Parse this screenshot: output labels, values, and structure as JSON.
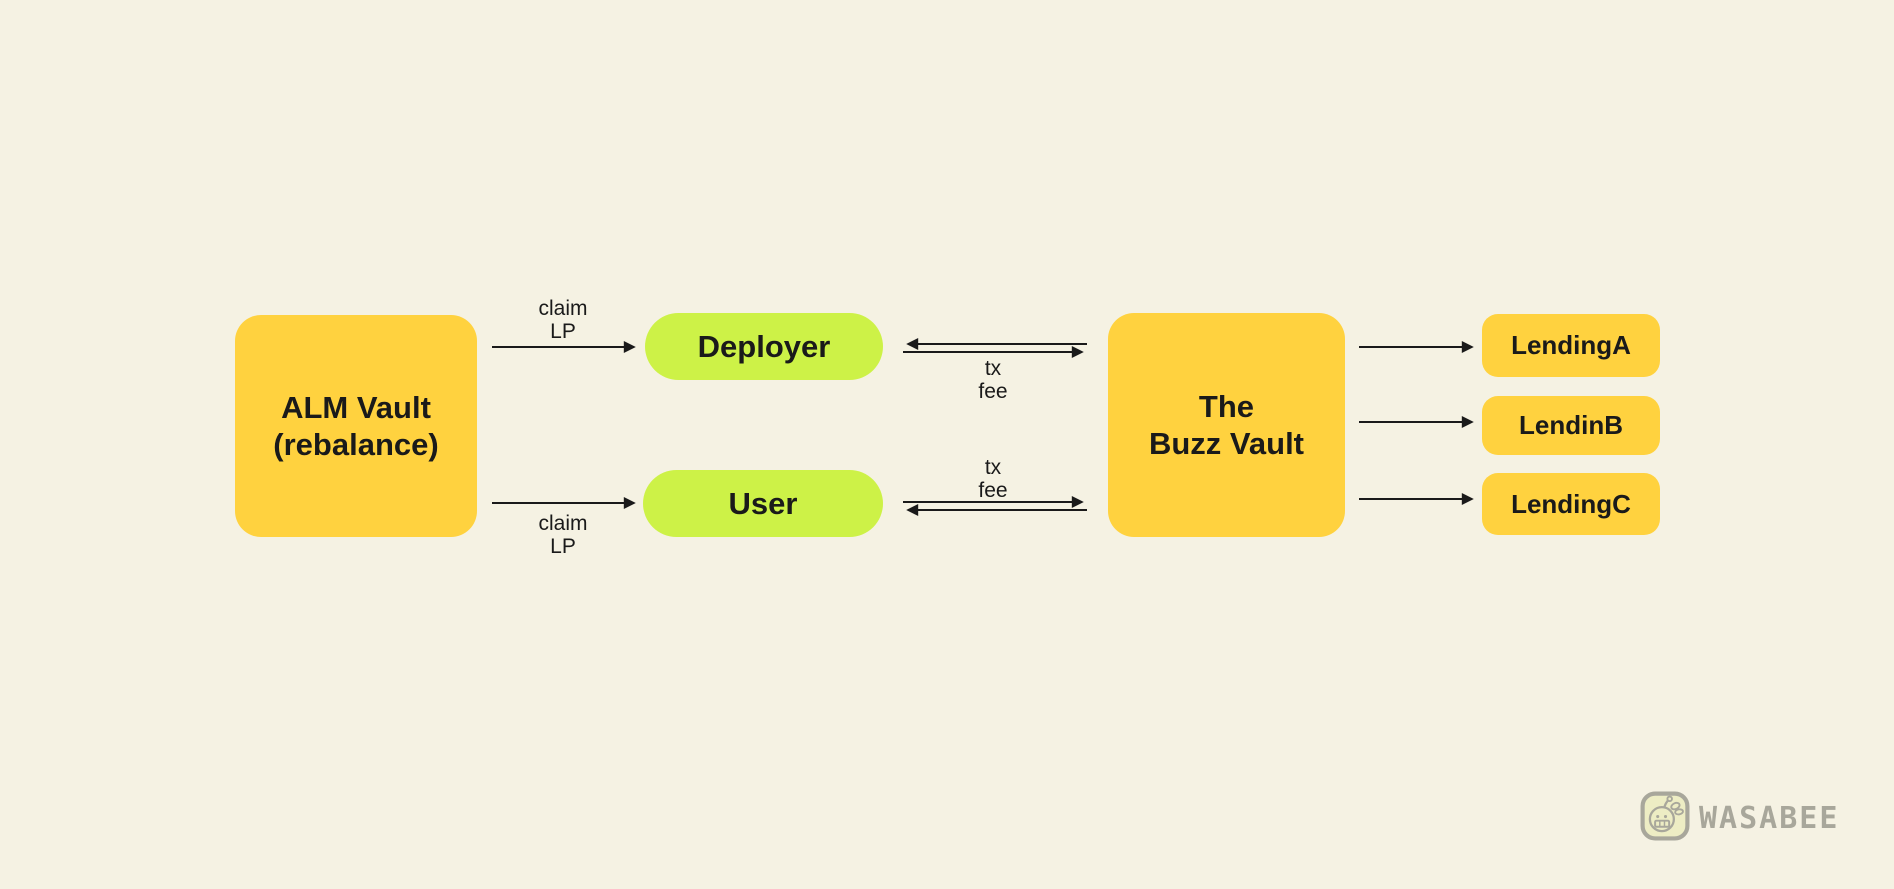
{
  "colors": {
    "background": "#F5F2E3",
    "node-yellow": "#FFD23F",
    "node-green": "#CDF247",
    "text": "#1A1A1A",
    "arrow": "#1A1A1A",
    "logo-gray": "#A8A79B",
    "logo-fill": "#EDEDC4"
  },
  "nodes": {
    "alm_vault": {
      "label": "ALM Vault\n(rebalance)"
    },
    "deployer": {
      "label": "Deployer"
    },
    "user": {
      "label": "User"
    },
    "buzz_vault": {
      "label": "The\nBuzz Vault"
    },
    "lending_a": {
      "label": "LendingA"
    },
    "lending_b": {
      "label": "LendinB"
    },
    "lending_c": {
      "label": "LendingC"
    }
  },
  "edge_labels": {
    "claim_lp_top": "claim\nLP",
    "claim_lp_bottom": "claim\nLP",
    "tx_fee_top": "tx\nfee",
    "tx_fee_bottom": "tx\nfee"
  },
  "branding": {
    "logo_text": "WASABEE"
  }
}
